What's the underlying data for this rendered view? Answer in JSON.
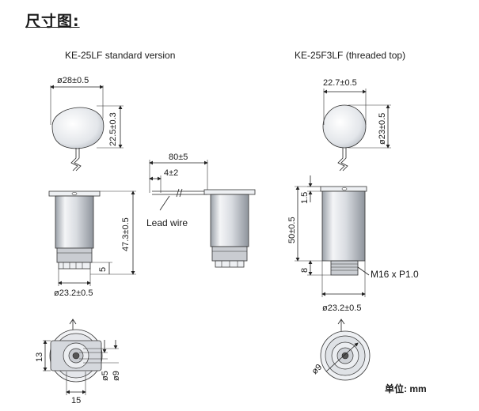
{
  "heading": "尺寸图:",
  "captions": {
    "left_model": "KE-25LF standard version",
    "right_model": "KE-25F3LF (threaded top)"
  },
  "left_dims": {
    "top_diameter": "ø28±0.5",
    "top_height": "22.5±0.3",
    "body_height": "47.3±0.5",
    "pin_length": "5",
    "base_diameter": "ø23.2±0.5",
    "bottom_height": "13",
    "bottom_width": "15",
    "bottom_d5": "ø5",
    "bottom_d9": "ø9"
  },
  "wire": {
    "length": "80±5",
    "strip": "4±2",
    "label": "Lead wire"
  },
  "right_dims": {
    "top_width": "22.7±0.5",
    "top_diameter": "ø23±0.5",
    "flange": "1.5",
    "body_height": "50±0.5",
    "thread_length": "8",
    "thread_spec": "M16 x P1.0",
    "base_diameter": "ø23.2±0.5",
    "bottom_d9": "ø9"
  },
  "unit_label": "单位: mm"
}
